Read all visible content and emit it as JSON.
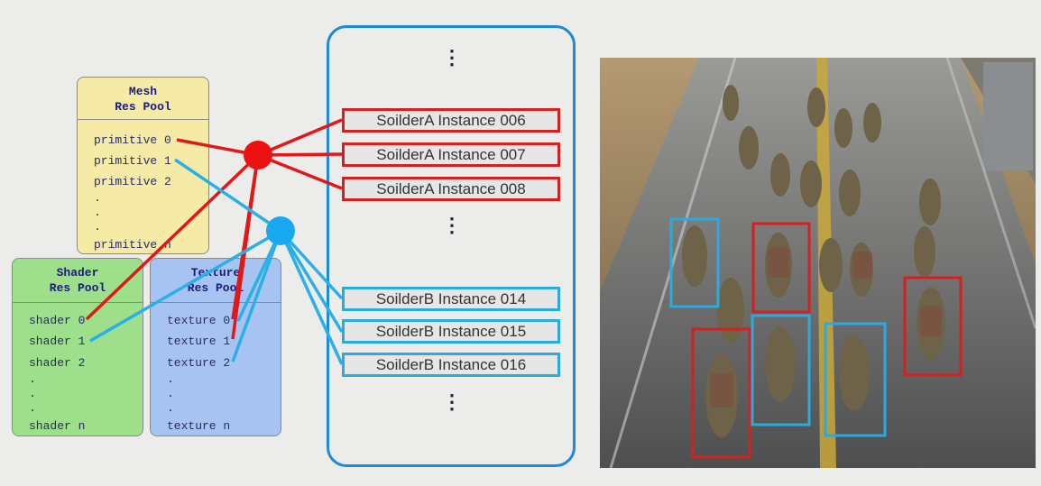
{
  "mesh_pool": {
    "title": "Mesh\nRes Pool",
    "items": [
      "primitive 0",
      "primitive 1",
      "primitive 2",
      ".",
      ".",
      ".",
      "primitive n"
    ]
  },
  "shader_pool": {
    "title": "Shader\nRes Pool",
    "items": [
      "shader 0",
      "shader 1",
      "shader 2",
      ".",
      ".",
      ".",
      "shader n"
    ]
  },
  "texture_pool": {
    "title": "Texture\nRes Pool",
    "items": [
      "texture 0",
      "texture 1",
      "texture 2",
      ".",
      ".",
      ".",
      "texture n"
    ]
  },
  "instances": {
    "group_a": [
      "SoilderA Instance 006",
      "SoilderA Instance 007",
      "SoilderA Instance 008"
    ],
    "group_b": [
      "SoilderB Instance 014",
      "SoilderB Instance 015",
      "SoilderB Instance 016"
    ],
    "ellipsis": "⋮"
  },
  "colors": {
    "group_a": "#d62020",
    "group_b": "#2aaae0",
    "panel_border": "#1f8ad6"
  },
  "scene": {
    "description_icon": "soldiers-road-photo",
    "red_boxes": 3,
    "blue_boxes": 3
  }
}
